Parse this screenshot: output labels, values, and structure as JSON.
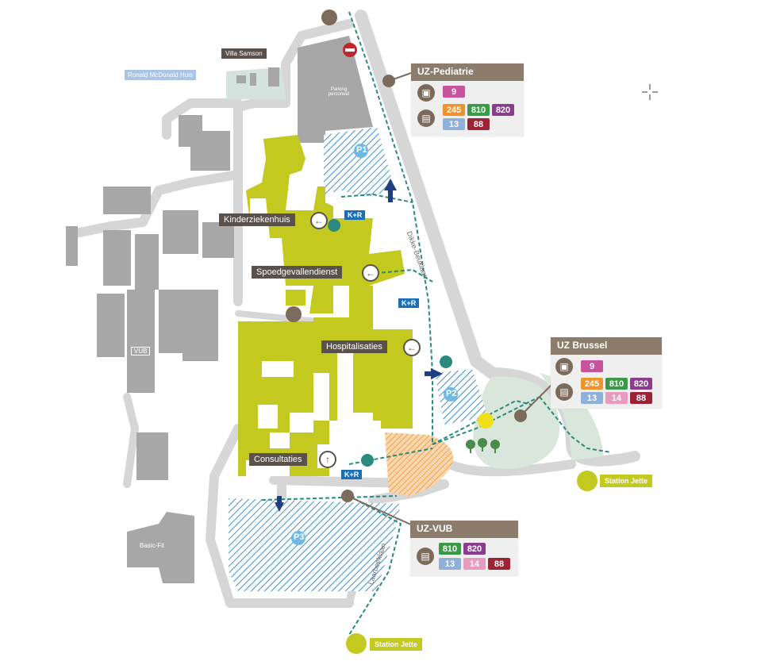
{
  "labels": {
    "villa_samson": "Villa Samson",
    "ronald_mcdonald": "Ronald McDonald Huis",
    "parking_personeel": "Parking personeel",
    "vub": "VUB",
    "basic_fit": "Basic-Fit",
    "kinderziekenhuis": "Kinderziekenhuis",
    "spoedgevallendienst": "Spoedgevallendienst",
    "hospitalisaties": "Hospitalisaties",
    "consultaties": "Consultaties",
    "kr": "K+R",
    "p1": "P1",
    "p2": "P2",
    "p3": "P3",
    "station_jette_east": "Station Jette",
    "station_jette_south": "Station Jette",
    "street_dikke_beuk": "Dikke-Beuklaan",
    "street_laarbeek": "Laarbeeklaan"
  },
  "panels": {
    "uz_pediatrie": {
      "title": "UZ-Pediatrie",
      "tram": [
        "9"
      ],
      "bus": [
        "245",
        "810",
        "820",
        "13",
        "88"
      ]
    },
    "uz_brussel": {
      "title": "UZ Brussel",
      "tram": [
        "9"
      ],
      "bus": [
        "245",
        "810",
        "820",
        "13",
        "14",
        "88"
      ]
    },
    "uz_vub": {
      "title": "UZ-VUB",
      "bus": [
        "810",
        "820",
        "13",
        "14",
        "88"
      ]
    }
  },
  "line_colors": {
    "9": "#c9529c",
    "245": "#f0932b",
    "810": "#3a9a47",
    "820": "#8b3c8c",
    "13": "#8fb1d9",
    "14": "#e89ac0",
    "88": "#9c2235"
  },
  "colors": {
    "building_hospital": "#c3c91e",
    "building_other": "#a7a7a7",
    "road": "#d6d6d6",
    "parking_hatch": "#3d8fd1",
    "path": "#2a8a7e",
    "panel_header": "#8c7c6c",
    "green_area": "#d9e6dc"
  },
  "icons": {
    "tram": "tram-icon",
    "bus": "bus-icon",
    "train": "train-icon",
    "bike": "bike-icon",
    "pedestrian": "pedestrian-icon",
    "no_entry": "no-entry-icon",
    "delivery": "delivery-truck-icon",
    "arrow": "arrow-left-icon",
    "tree": "tree-icon"
  }
}
